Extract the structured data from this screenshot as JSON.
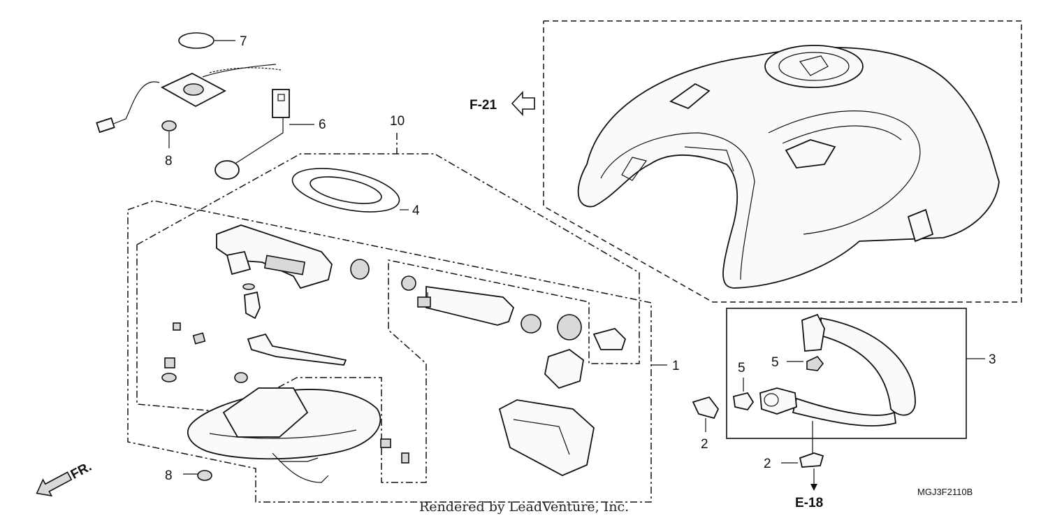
{
  "callouts": [
    "7",
    "6",
    "8",
    "10",
    "4",
    "1",
    "3",
    "5",
    "5",
    "2",
    "2",
    "8"
  ],
  "refs": {
    "f21": "F-21",
    "e18": "E-18"
  },
  "front_marker": "FR.",
  "diagram_code": "MGJ3F2110B",
  "credit": "Rendered by LeadVenture, Inc."
}
